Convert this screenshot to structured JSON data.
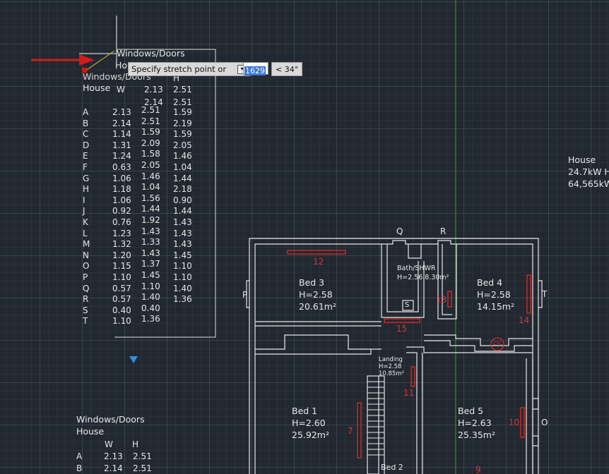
{
  "prompt": {
    "text": "Specify stretch point or",
    "value": "1629",
    "angle": "< 34°"
  },
  "upper_table": {
    "title": "Windows/Doors",
    "house_short": "Ho",
    "title_ghost": "Windows/Doors",
    "house": "House",
    "h1": "W",
    "h2": "H",
    "top_rows": [
      [
        "2.13",
        "2.51"
      ],
      [
        "2.14",
        "2.51"
      ]
    ],
    "letters": [
      "A",
      "B",
      "C",
      "D",
      "E",
      "F",
      "G",
      "H",
      "I",
      "J",
      "K",
      "L",
      "M",
      "N",
      "O",
      "P",
      "Q",
      "R",
      "S",
      "T"
    ],
    "w": [
      "2.13",
      "2.14",
      "1.14",
      "1.31",
      "1.24",
      "0.63",
      "1.06",
      "1.18",
      "1.06",
      "0.92",
      "0.76",
      "1.23",
      "1.32",
      "1.20",
      "1.15",
      "1.10",
      "0.57",
      "0.57",
      "0.40",
      "1.10"
    ],
    "h": [
      "2.51",
      "2.51",
      "1.59",
      "2.09",
      "1.58",
      "2.05",
      "1.46",
      "1.04",
      "1.56",
      "1.44",
      "1.92",
      "1.43",
      "1.33",
      "1.43",
      "1.37",
      "1.45",
      "1.10",
      "1.40",
      "0.40",
      "1.36"
    ],
    "h3": [
      "1.59",
      "2.19",
      "1.59",
      "2.05",
      "1.46",
      "1.04",
      "1.44",
      "2.18",
      "0.90",
      "1.44",
      "1.43",
      "1.43",
      "1.43",
      "1.45",
      "1.10",
      "1.10",
      "1.40",
      "1.36"
    ]
  },
  "lower_table": {
    "title": "Windows/Doors",
    "house": "House",
    "h1": "W",
    "h2": "H",
    "rows": [
      [
        "A",
        "2.13",
        "2.51"
      ],
      [
        "B",
        "2.14",
        "2.51"
      ]
    ]
  },
  "house_summary": {
    "title": "House",
    "line1": "24.7kW H",
    "line2": "64,565kW"
  },
  "rooms": {
    "bed3": {
      "name": "Bed 3",
      "h": "H=2.58",
      "area": "20.61m²"
    },
    "bed4": {
      "name": "Bed 4",
      "h": "H=2.58",
      "area": "14.15m²"
    },
    "bath": {
      "name": "Bath/SHWR",
      "info": "H=2.56 8.30m²"
    },
    "landing": {
      "name": "Landing",
      "h": "H=2.58",
      "area": "10.85m²"
    },
    "bed1": {
      "name": "Bed 1",
      "h": "H=2.60",
      "area": "25.92m²"
    },
    "bed5": {
      "name": "Bed 5",
      "h": "H=2.63",
      "area": "25.35m²"
    },
    "bed2": {
      "name": "Bed 2"
    }
  },
  "shower_label": "S",
  "cyl_label": "CYL",
  "wall_letters": {
    "q": "Q",
    "r": "R",
    "p": "P",
    "t": "T",
    "o": "O"
  },
  "radiators": [
    "12",
    "13",
    "14",
    "15",
    "11",
    "7",
    "10",
    "9"
  ],
  "colors": {
    "background": "#212830",
    "lines": "#e8e8e8",
    "radiator": "#e02828",
    "axis": "#2aa02a",
    "arrow": "#d11a1a"
  }
}
